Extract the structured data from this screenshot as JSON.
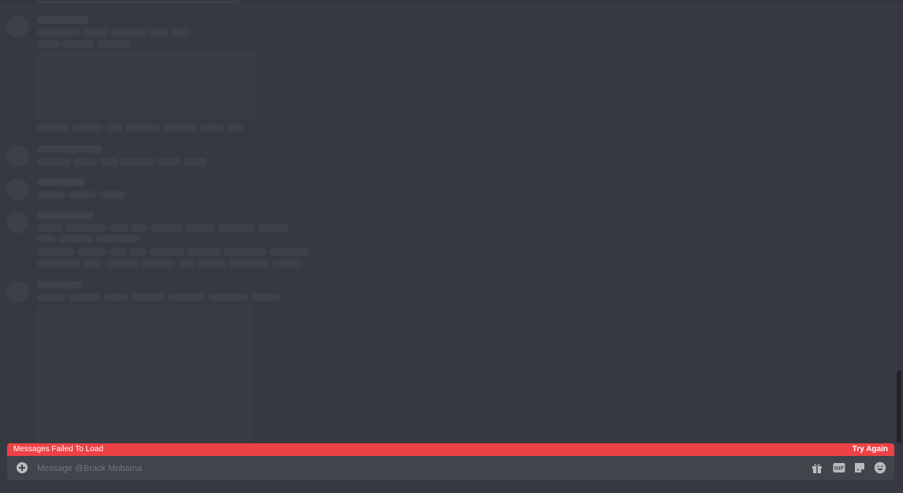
{
  "error_bar": {
    "message": "Messages Failed To Load",
    "action_label": "Try Again"
  },
  "composer": {
    "placeholder": "Message @Brack Mobama",
    "value": ""
  },
  "icons": {
    "attach": "plus-circle-icon",
    "gift": "gift-icon",
    "gif": "gif-icon",
    "sticker": "sticker-icon",
    "emoji": "emoji-icon"
  },
  "colors": {
    "background": "#36393f",
    "composer": "#40444b",
    "error": "#ed4245",
    "icon": "#b9bbbe"
  }
}
